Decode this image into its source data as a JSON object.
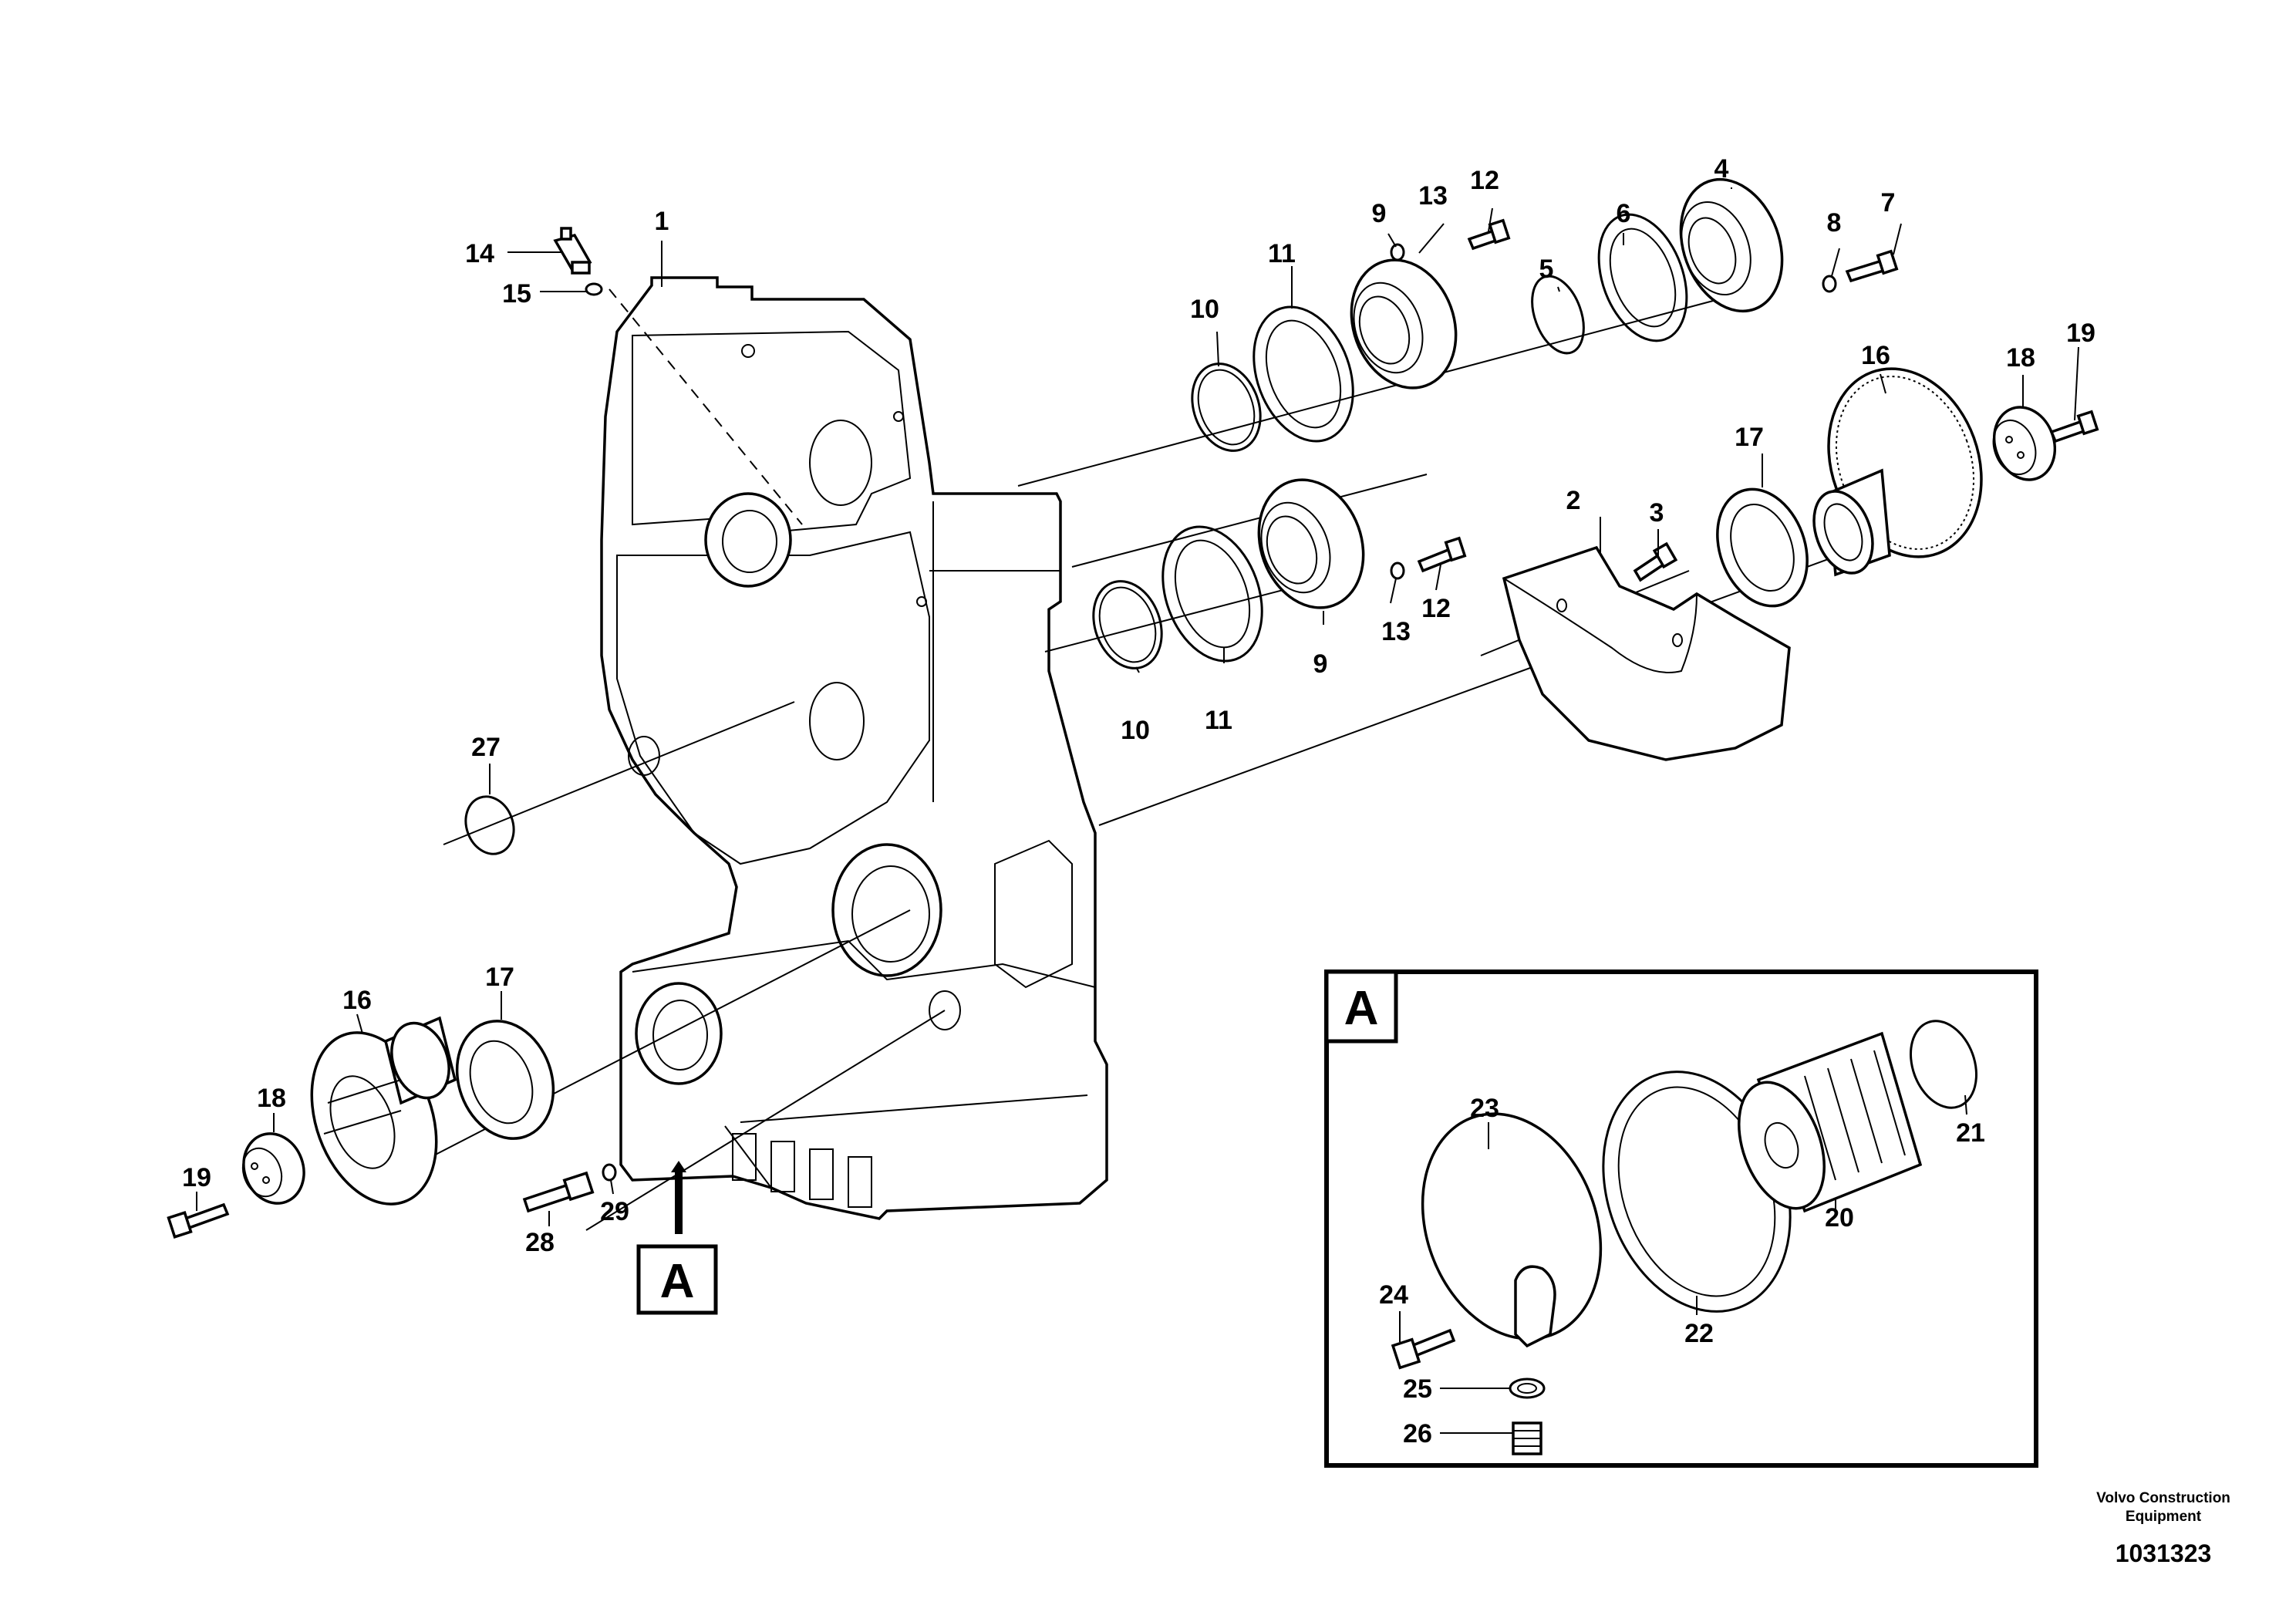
{
  "labels": {
    "p1": "1",
    "p2": "2",
    "p3": "3",
    "p4": "4",
    "p5": "5",
    "p6": "6",
    "p7": "7",
    "p8": "8",
    "p9a": "9",
    "p9b": "9",
    "p10a": "10",
    "p10b": "10",
    "p11a": "11",
    "p11b": "11",
    "p12a": "12",
    "p12b": "12",
    "p13a": "13",
    "p13b": "13",
    "p14": "14",
    "p15": "15",
    "p16a": "16",
    "p16b": "16",
    "p17a": "17",
    "p17b": "17",
    "p18a": "18",
    "p18b": "18",
    "p19a": "19",
    "p19b": "19",
    "p20": "20",
    "p21": "21",
    "p22": "22",
    "p23": "23",
    "p24": "24",
    "p25": "25",
    "p26": "26",
    "p27": "27",
    "p28": "28",
    "p29": "29"
  },
  "detail": {
    "ref_letter": "A",
    "inset_letter": "A"
  },
  "footer": {
    "company_line1": "Volvo Construction",
    "company_line2": "Equipment",
    "drawing_number": "1031323"
  }
}
